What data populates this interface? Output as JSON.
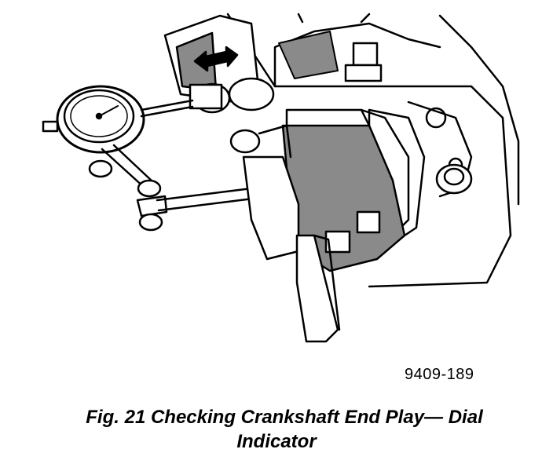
{
  "figure": {
    "id_code": "9409-189",
    "caption_line1": "Fig. 21 Checking Crankshaft End Play— Dial",
    "caption_line2": "Indicator"
  },
  "colors": {
    "ink": "#000000",
    "shade": "#8a8a8a",
    "paper": "#ffffff"
  },
  "icons": {
    "dial_gauge": "dial-indicator-icon",
    "motion_arrow": "double-arrow-icon"
  }
}
